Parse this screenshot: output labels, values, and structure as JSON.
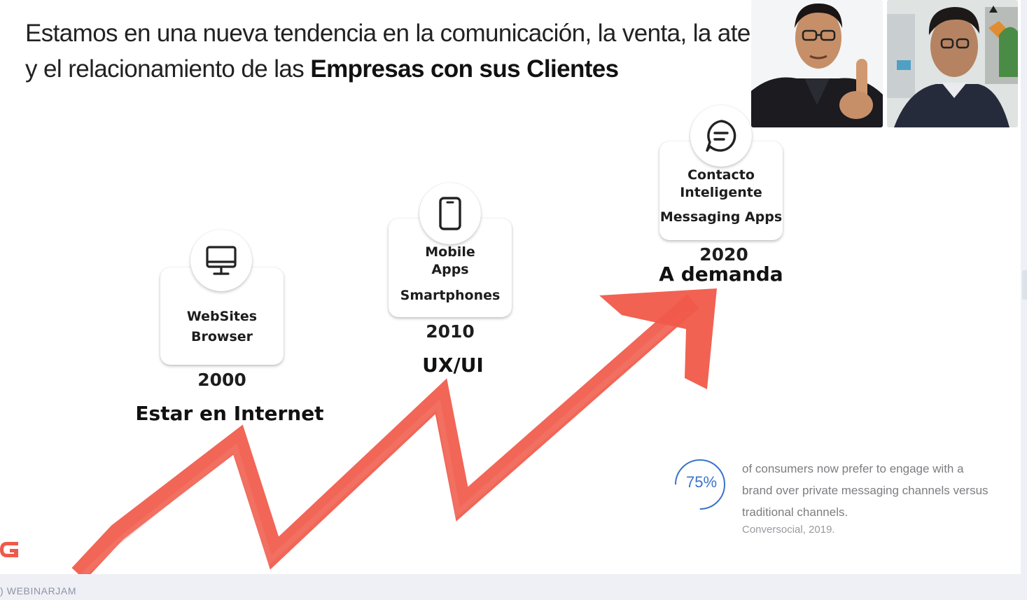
{
  "slide": {
    "headline_line1": "Estamos en una nueva tendencia en la comunicación, la venta, la ate",
    "headline_line2_normal": "y el relacionamiento de las ",
    "headline_line2_bold": "Empresas con sus Clientes"
  },
  "timeline": [
    {
      "icon": "monitor-icon",
      "label_line1": "WebSites",
      "label_line2": "Browser",
      "year": "2000",
      "caption": "Estar en Internet"
    },
    {
      "icon": "smartphone-icon",
      "label_line1": "Mobile",
      "label_line2": "Apps",
      "sublabel": "Smartphones",
      "year": "2010",
      "caption": "UX/UI"
    },
    {
      "icon": "chat-bubble-icon",
      "label_line1": "Contacto",
      "label_line2": "Inteligente",
      "sublabel": "Messaging Apps",
      "year": "2020",
      "caption": "A demanda"
    }
  ],
  "stat": {
    "value": "75%",
    "progress": 0.75,
    "line1": "of consumers now prefer to engage with a",
    "line2": "brand over private messaging channels versus",
    "line3": "traditional channels.",
    "source": "Conversocial, 2019."
  },
  "participants": [
    {
      "name": "participant-video-1"
    },
    {
      "name": "participant-video-2"
    }
  ],
  "footer": {
    "brand": "WEBINARJAM"
  },
  "colors": {
    "arrow": "#f05a4a",
    "accent_blue": "#3a73c9",
    "text_dark": "#1d1d1d",
    "page_bg": "#eef0f5"
  }
}
